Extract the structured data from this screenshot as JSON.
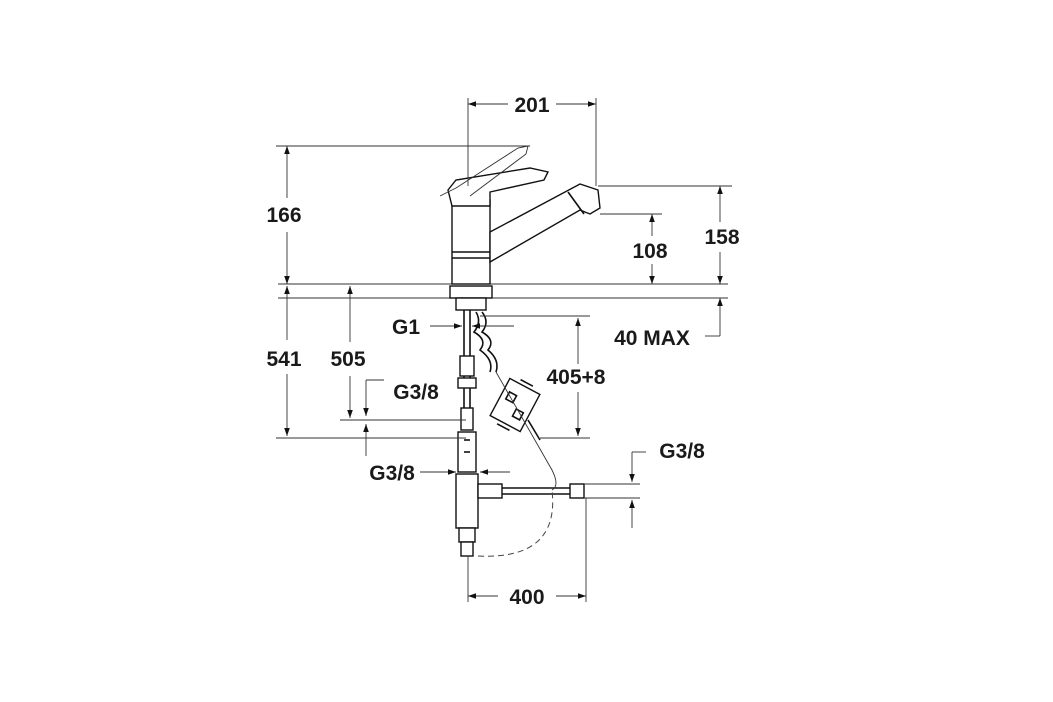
{
  "dimensions": {
    "width_spout": "201",
    "height_lever": "166",
    "height_spout": "158",
    "height_outlet": "108",
    "deck_max": "40 MAX",
    "thread_main": "G1",
    "hose_total": "541",
    "hose_505": "505",
    "connector_a": "G3/8",
    "hose_405": "405+8",
    "connector_b": "G3/8",
    "connector_c": "G3/8",
    "side_hose": "400"
  },
  "colors": {
    "line": "#111111",
    "background": "#ffffff"
  }
}
